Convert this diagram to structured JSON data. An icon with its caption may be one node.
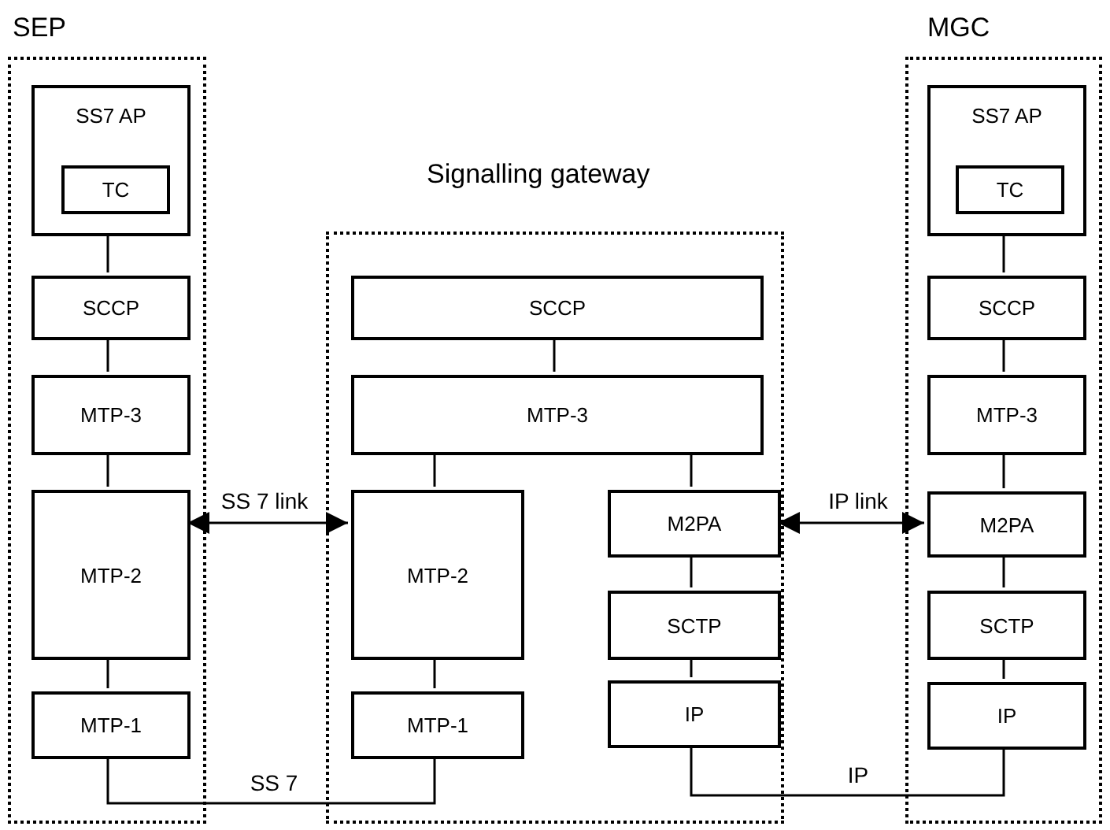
{
  "diagram": {
    "nodes": [
      {
        "text": [
          "SEP"
        ]
      },
      {
        "text": [
          "SS7 AP"
        ],
        "in": 0
      },
      {
        "text": [
          "TC"
        ],
        "in": 1
      },
      {
        "text": [
          "SCCP"
        ],
        "in": 0
      },
      {
        "text": [
          "MTP-3"
        ],
        "in": 0
      },
      {
        "text": [
          "MTP-2"
        ],
        "in": 0
      },
      {
        "text": [
          "MTP-1"
        ],
        "in": 0
      },
      {
        "text": [
          "Signalling gateway"
        ]
      },
      {
        "text": [
          "SCCP"
        ],
        "in": 7
      },
      {
        "text": [
          "MTP-3"
        ],
        "in": 7
      },
      {
        "text": [
          "MTP-2"
        ],
        "in": 7
      },
      {
        "text": [
          "MTP-1"
        ],
        "in": 7
      },
      {
        "text": [
          "M2PA"
        ],
        "in": 7
      },
      {
        "text": [
          "SCTP"
        ],
        "in": 7
      },
      {
        "text": [
          "IP"
        ],
        "in": 7
      },
      {
        "text": [
          "MGC"
        ]
      },
      {
        "text": [
          "SS7 AP"
        ],
        "in": 15
      },
      {
        "text": [
          "TC"
        ],
        "in": 16
      },
      {
        "text": [
          "SCCP"
        ],
        "in": 15
      },
      {
        "text": [
          "MTP-3"
        ],
        "in": 15
      },
      {
        "text": [
          "M2PA"
        ],
        "in": 15
      },
      {
        "text": [
          "SCTP"
        ],
        "in": 15
      },
      {
        "text": [
          "IP"
        ],
        "in": 15
      }
    ],
    "edges": [
      {
        "from": 1,
        "to": 3,
        "arrow": "none"
      },
      {
        "from": 3,
        "to": 4,
        "arrow": "none"
      },
      {
        "from": 4,
        "to": 5,
        "arrow": "none"
      },
      {
        "from": 5,
        "to": 6,
        "arrow": "none"
      },
      {
        "from": 8,
        "to": 9,
        "arrow": "none"
      },
      {
        "from": 9,
        "to": 10,
        "arrow": "none"
      },
      {
        "from": 9,
        "to": 12,
        "arrow": "none"
      },
      {
        "from": 10,
        "to": 11,
        "arrow": "none"
      },
      {
        "from": 12,
        "to": 13,
        "arrow": "none"
      },
      {
        "from": 13,
        "to": 14,
        "arrow": "none"
      },
      {
        "from": 16,
        "to": 18,
        "arrow": "none"
      },
      {
        "from": 18,
        "to": 19,
        "arrow": "none"
      },
      {
        "from": 19,
        "to": 20,
        "arrow": "none"
      },
      {
        "from": 20,
        "to": 21,
        "arrow": "none"
      },
      {
        "from": 21,
        "to": 22,
        "arrow": "none"
      },
      {
        "from": 5,
        "to": 10,
        "arrow": "both",
        "label": "SS 7 link"
      },
      {
        "from": 12,
        "to": 20,
        "arrow": "both",
        "label": "IP link"
      },
      {
        "from": 6,
        "to": 11,
        "arrow": "none",
        "label": "SS 7"
      },
      {
        "from": 14,
        "to": 22,
        "arrow": "none",
        "label": "IP"
      }
    ]
  }
}
